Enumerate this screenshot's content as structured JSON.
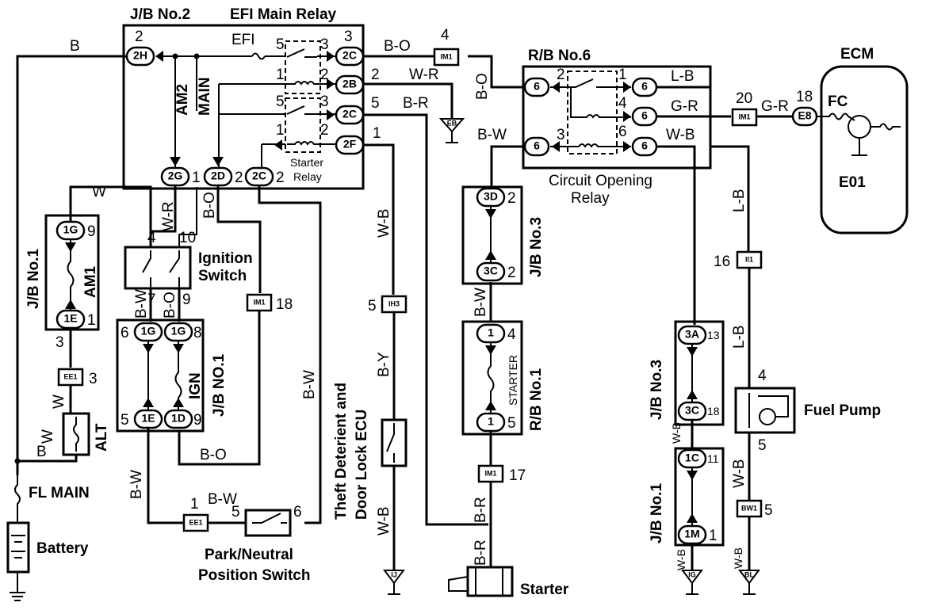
{
  "blocks": {
    "jb2": "J/B No.2",
    "efi_main_relay": "EFI Main Relay",
    "efi": "EFI",
    "am2": "AM2",
    "main": "MAIN",
    "starter_relay_1": "Starter",
    "starter_relay_2": "Relay",
    "rb6": "R/B No.6",
    "circuit_opening_1": "Circuit Opening",
    "circuit_opening_2": "Relay",
    "ecm": "ECM",
    "fc": "FC",
    "e01": "E01",
    "jb1": "J/B No.1",
    "am1": "AM1",
    "ignition_1": "Ignition",
    "ignition_2": "Switch",
    "jb_no1_ign": "J/B NO.1",
    "ign": "IGN",
    "alt": "ALT",
    "fl_main": "FL MAIN",
    "battery": "Battery",
    "park_1": "Park/Neutral",
    "park_2": "Position Switch",
    "theft_1": "Theft Deterient and",
    "theft_2": "Door Lock ECU",
    "jb3_upper": "J/B No.3",
    "rb1": "R/B No.1",
    "starter_fuse": "STARTER",
    "starter": "Starter",
    "jb3_lower": "J/B No.3",
    "jb1_lower": "J/B No.1",
    "fuel_pump": "Fuel Pump"
  },
  "wires": {
    "b": "B",
    "bo": "B-O",
    "wr": "W-R",
    "br": "B-R",
    "bw": "B-W",
    "lb": "L-B",
    "gr": "G-R",
    "wb": "W-B",
    "w": "W",
    "by": "B-Y"
  },
  "connectors": {
    "c2h": "2H",
    "c2c": "2C",
    "c2b": "2B",
    "c2f": "2F",
    "c2g": "2G",
    "c2d": "2D",
    "c6": "6",
    "c3d": "3D",
    "c3c": "3C",
    "c3a": "3A",
    "c1g": "1G",
    "c1e": "1E",
    "c1d": "1D",
    "c1c": "1C",
    "c1m": "1M",
    "c1": "1",
    "im1": "IM1",
    "ih3": "IH3",
    "ee1": "EE1",
    "ii1": "II1",
    "bw1": "BW1",
    "e8": "E8",
    "eb": "EB",
    "ij": "IJ",
    "ig": "IG",
    "bl": "BL"
  },
  "pins": {
    "p1": "1",
    "p2": "2",
    "p3": "3",
    "p4": "4",
    "p5": "5",
    "p6": "6",
    "p7": "7",
    "p8": "8",
    "p9": "9",
    "p10": "10",
    "p11": "11",
    "p13": "13",
    "p16": "16",
    "p17": "17",
    "p18": "18",
    "p20": "20"
  }
}
